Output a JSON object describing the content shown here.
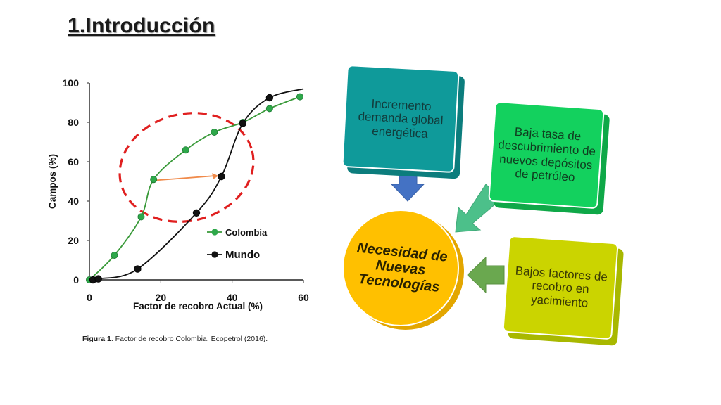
{
  "slide": {
    "title": "1.Introducción",
    "caption_bold": "Figura 1",
    "caption_rest": ". Factor de recobro Colombia. Ecopetrol (2016)."
  },
  "chart_data": {
    "type": "line",
    "xlabel": "Factor de recobro Actual (%)",
    "ylabel": "Campos (%)",
    "xlim": [
      0,
      60
    ],
    "ylim": [
      0,
      100
    ],
    "xticks": [
      0,
      20,
      40,
      60
    ],
    "yticks": [
      0,
      20,
      40,
      60,
      80,
      100
    ],
    "grid": false,
    "legend": "inside-lower-right",
    "series": [
      {
        "name": "Colombia",
        "color": "#3a9a3a",
        "marker": "#2ea84a",
        "x": [
          0,
          7,
          14.5,
          18,
          27,
          35,
          43,
          50.5,
          59
        ],
        "y": [
          0,
          12.5,
          32,
          51,
          66,
          75,
          80,
          87,
          93
        ]
      },
      {
        "name": "Mundo",
        "color": "#111111",
        "marker": "#111111",
        "x": [
          1,
          2.5,
          13.5,
          30,
          37,
          43,
          50.5
        ],
        "y": [
          0,
          0.5,
          5.5,
          34,
          52.5,
          79.5,
          92.5
        ]
      }
    ],
    "annotation_color_ellipse": "#e02020",
    "annotation_color_arrow": "#f08a4a"
  },
  "diagram": {
    "box_demand": "Incremento demanda global energética",
    "box_discovery": "Baja tasa de descubrimiento de nuevos depósitos de petróleo",
    "box_recovery": "Bajos factores de recobro en yacimiento",
    "center": "Necesidad de Nuevas Tecnologías",
    "colors": {
      "demand": "#0f9a9a",
      "discovery": "#13d15e",
      "recovery": "#cbd400",
      "center": "#ffc000",
      "arrow_demand": "#4472c4",
      "arrow_discovery": "#4cc08a",
      "arrow_recovery": "#6aa84f"
    }
  }
}
